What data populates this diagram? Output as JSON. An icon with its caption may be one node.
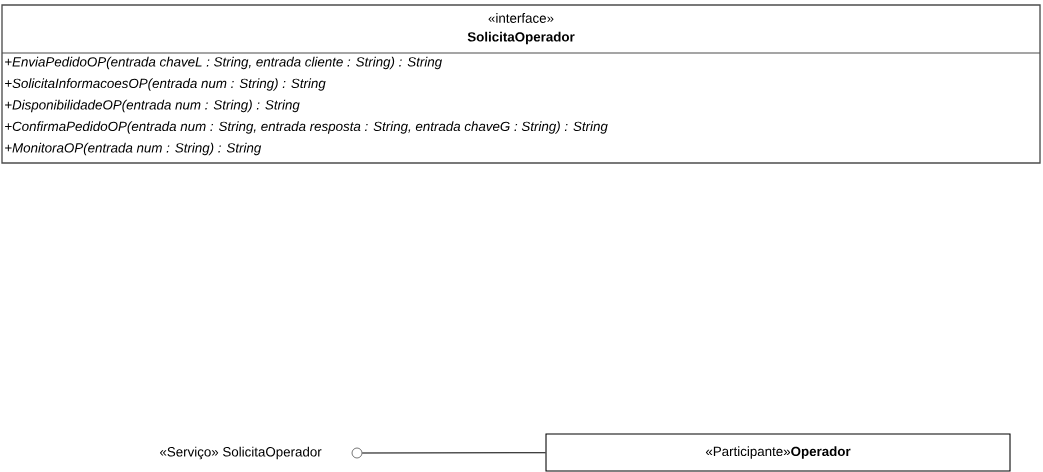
{
  "diagram": {
    "nodes": [
      {
        "text": [
          "«interface»",
          "SolicitaOperador",
          "+EnviaPedidoOP(entrada chaveL : String, entrada cliente : String) : String",
          "+SolicitaInformacoesOP(entrada num : String) : String",
          "+DisponibilidadeOP(entrada num : String) : String",
          "+ConfirmaPedidoOP(entrada num : String, entrada resposta : String, entrada chaveG : String) : String",
          "+MonitoraOP(entrada num : String) : String"
        ]
      },
      {
        "text": [],
        "shape": "circle",
        "beside": [
          "«Serviço» SolicitaOperador"
        ]
      },
      {
        "text": [
          "«Participante»**Operador**"
        ]
      }
    ],
    "edges": [
      {
        "from": 1,
        "to": 2,
        "arrow": "none"
      }
    ]
  }
}
